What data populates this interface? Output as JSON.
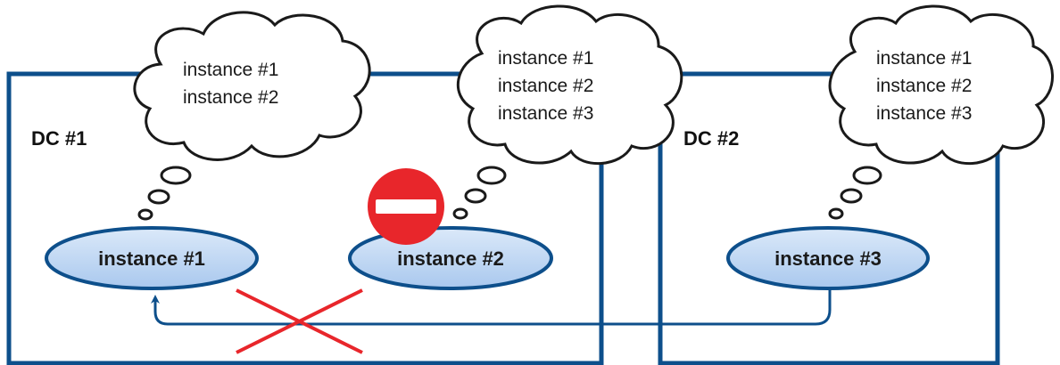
{
  "colors": {
    "border": "#0d4f8b",
    "node_fill_top": "#dbe9f9",
    "node_fill_bottom": "#a9c8ee",
    "node_stroke": "#0d4f8b",
    "cloud_fill": "#ffffff",
    "cloud_stroke": "#1a1a1a",
    "blocked": "#e8262b",
    "link": "#0d4f8b"
  },
  "datacenters": [
    {
      "label": "DC #1"
    },
    {
      "label": "DC #2"
    }
  ],
  "instances": [
    {
      "label": "instance #1"
    },
    {
      "label": "instance #2",
      "status_icon": "no-entry-icon"
    },
    {
      "label": "instance #3"
    }
  ],
  "clouds": [
    {
      "lines": [
        "instance #1",
        "instance #2"
      ]
    },
    {
      "lines": [
        "instance #1",
        "instance #2",
        "instance #3"
      ]
    },
    {
      "lines": [
        "instance #1",
        "instance #2",
        "instance #3"
      ]
    }
  ],
  "link": {
    "from": "instance #3",
    "to": "instance #1",
    "status": "broken",
    "marker_icon": "cross-icon"
  }
}
